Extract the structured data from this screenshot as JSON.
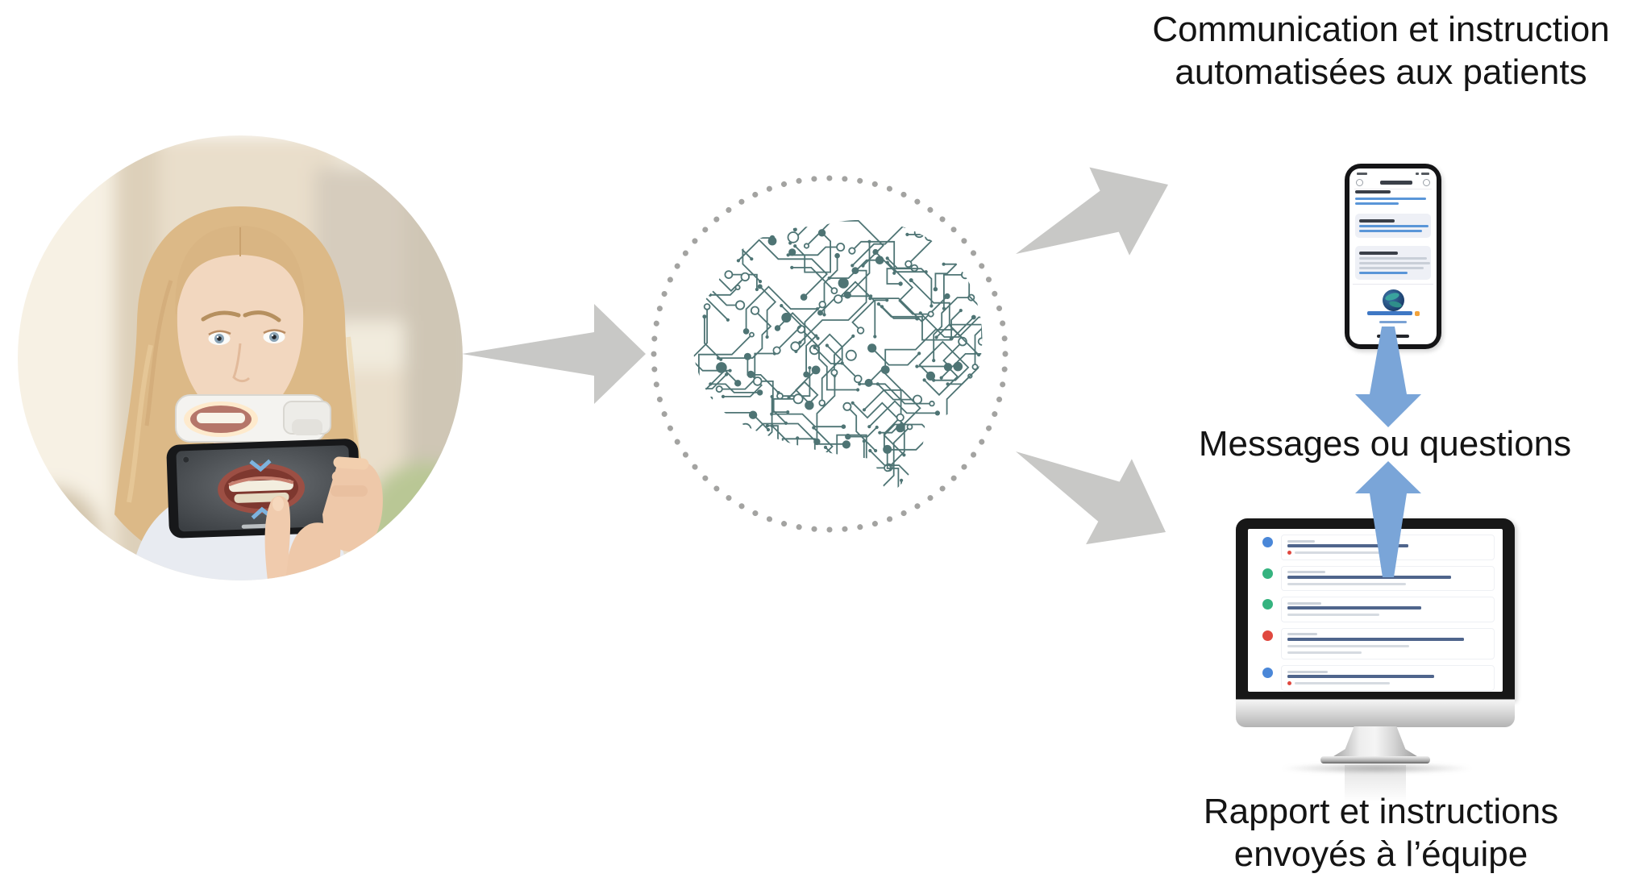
{
  "captions": {
    "top": {
      "line1": "Communication et instruction",
      "line2": "automatisées aux patients"
    },
    "middle": "Messages ou questions",
    "bottom": {
      "line1": "Rapport et instructions",
      "line2": "envoyés à l’équipe"
    }
  },
  "colors": {
    "arrow_gray": "#c8c8c6",
    "arrow_blue": "#7aa5d8",
    "brain_teal": "#4e7474",
    "dot_gray": "#a3a3a1",
    "status_blue": "#4a87d8",
    "status_green": "#35b37f",
    "status_red": "#e0483f",
    "link_blue": "#5a96d8"
  },
  "monitor": {
    "rows": [
      {
        "status": "info",
        "alert": true,
        "extra": false
      },
      {
        "status": "success",
        "alert": false,
        "extra": false
      },
      {
        "status": "success",
        "alert": false,
        "extra": false
      },
      {
        "status": "error",
        "alert": false,
        "extra": true
      },
      {
        "status": "info",
        "alert": true,
        "extra": false
      },
      {
        "status": "info",
        "alert": true,
        "extra": false
      }
    ]
  },
  "icons": [
    "globe-icon",
    "ai-brain-icon",
    "status-circle-icon",
    "arrow-right-icon",
    "arrow-up-icon",
    "arrow-down-icon",
    "dotted-circle"
  ]
}
